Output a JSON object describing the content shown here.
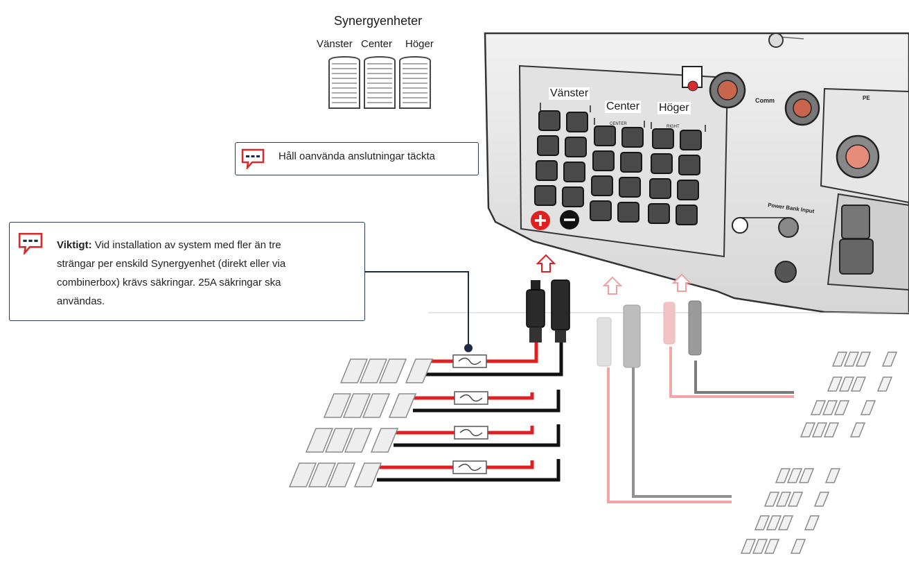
{
  "units_group": {
    "title": "Synergyenheter",
    "labels": [
      "Vänster",
      "Center",
      "Höger"
    ]
  },
  "panel_labels": {
    "left": "Vänster",
    "center": "Center",
    "right": "Höger"
  },
  "device_labels": {
    "comm": "Comm",
    "pe": "PE",
    "power_bank": "Power Bank Input",
    "center_tag": "CENTER",
    "right_tag": "RIGHT"
  },
  "notes": {
    "cover_unused": "Håll oanvända anslutningar täckta",
    "important_label": "Viktigt:",
    "important_lines": [
      "Vid installation av system med fler än tre",
      "strängar per enskild Synergyenhet (direkt eller via",
      "combinerbox) krävs säkringar. 25A säkringar ska",
      "användas."
    ]
  },
  "colors": {
    "positive": "#e02020",
    "negative": "#111111",
    "callout_border": "#2b3a55",
    "note_icon": "#d62b2b"
  }
}
